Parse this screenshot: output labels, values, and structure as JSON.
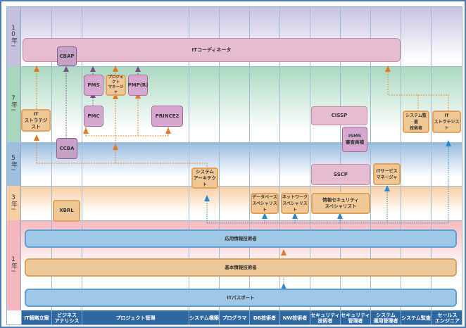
{
  "rows": [
    {
      "label": "10年~",
      "color": "#c4c0de"
    },
    {
      "label": "7年~",
      "color": "#a8d7bd"
    },
    {
      "label": "5年~",
      "color": "#9fbfe0"
    },
    {
      "label": "3年~",
      "color": "#f7cfa6"
    },
    {
      "label": "1年~",
      "color": "#f4b7bd"
    }
  ],
  "columns": [
    "IT戦略立案",
    "ビジネス\nアナリシス",
    "プロジェクト管理",
    "システム構築",
    "プログラマ",
    "DB技術者",
    "NW技術者",
    "セキュリティ\n技術者",
    "セキュリティ\n管理者",
    "システム\n運用管理者",
    "システム監査",
    "セールス\nエンジニア"
  ],
  "boxes": {
    "it_coordinator": "ITコーディネータ",
    "cbap": "CBAP",
    "pms": "PMS",
    "project_manager": "プロジェクト\nマネージャ",
    "pmp": "PMP(R)",
    "pmc": "PMC",
    "prince2": "PRINCE2",
    "it_strategist_left": "IT\nストラテジスト",
    "ccba": "CCBA",
    "cissp": "CISSP",
    "isms": "ISMS\n審査員補",
    "system_audit_engineer": "システム監査\n技術者",
    "it_strategist_right": "IT\nストラテジスト",
    "system_architect": "システム\nアーキテクト",
    "sscp": "SSCP",
    "it_service_manager": "ITサービス\nマネージャ",
    "xbrl": "XBRL",
    "db_specialist": "データベース\nスペシャリスト",
    "nw_specialist": "ネットワーク\nスペシャリスト",
    "infosec_specialist": "情報セキュリティ\nスペシャリスト",
    "applied_it": "応用情報技術者",
    "fundamental_it": "基本情報技術者",
    "it_passport": "ITパスポート"
  },
  "colors": {
    "orange_arrow": "#e07b24",
    "purple_arrow": "#7a4a86",
    "blue_arrow": "#2f87c8",
    "header_bg": "#2f67a0"
  }
}
